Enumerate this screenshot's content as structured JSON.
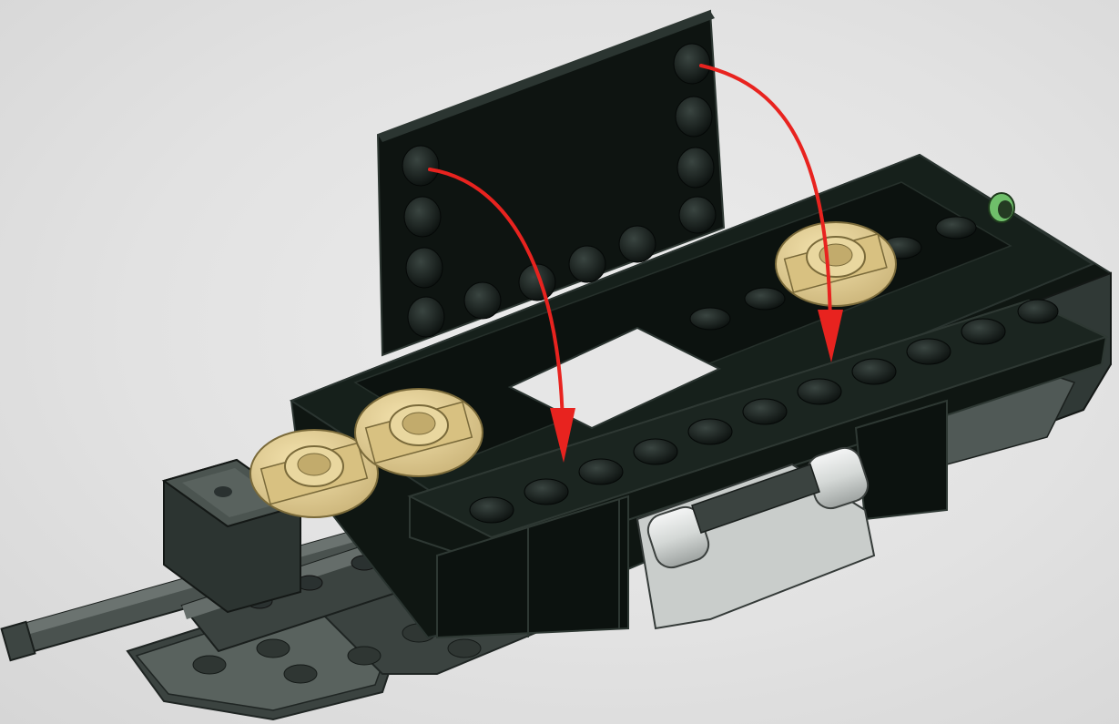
{
  "scene": {
    "description_label": "",
    "colors": {
      "background": "#e3e3e3",
      "black_brick": "#0f1612",
      "black_edge": "#2a3430",
      "dark_gray": "#3d4542",
      "dark_gray_light": "#59625e",
      "light_gray": "#cfd3d1",
      "tan": "#e6d095",
      "tan_shade": "#b9a46a",
      "arrow": "#e8231f",
      "green_accent": "#6fbf6a"
    },
    "step_arrows": [
      {
        "name": "arrow-left",
        "from": "plate-left-stud",
        "to": "base-left-stud"
      },
      {
        "name": "arrow-right",
        "from": "plate-right-stud",
        "to": "base-right-stud"
      }
    ],
    "parts": [
      {
        "name": "vertical-black-plate",
        "color": "black"
      },
      {
        "name": "black-base-plates",
        "color": "black"
      },
      {
        "name": "tan-round-plates",
        "count": 3,
        "color": "tan"
      },
      {
        "name": "dark-gray-bar",
        "color": "dark-gray"
      },
      {
        "name": "light-gray-cylinders",
        "count": 2,
        "color": "light-gray"
      },
      {
        "name": "dark-gray-wedge-plates",
        "color": "dark-gray"
      }
    ]
  }
}
